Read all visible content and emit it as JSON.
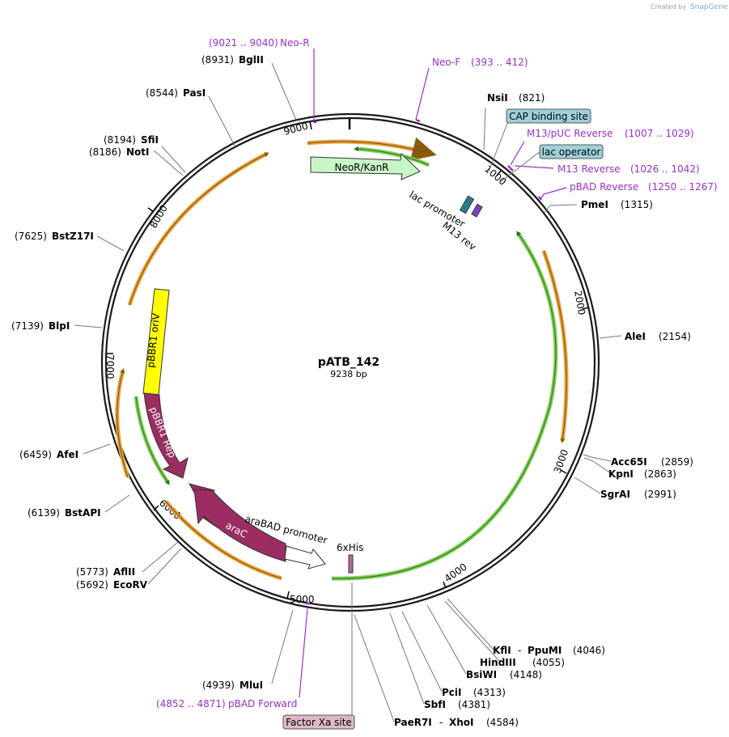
{
  "credit": {
    "created_by": "Created by",
    "brand": "SnapGene"
  },
  "plasmid": {
    "name": "pATB_142",
    "size": "9238 bp"
  },
  "ticks": [
    "1000",
    "2000",
    "3000",
    "4000",
    "5000",
    "6000",
    "7000",
    "8000",
    "9000"
  ],
  "sites": [
    {
      "name": "BglII",
      "pos": "(8931)"
    },
    {
      "name": "PasI",
      "pos": "(8544)"
    },
    {
      "name": "SfiI",
      "pos": "(8194)"
    },
    {
      "name": "NotI",
      "pos": "(8186)"
    },
    {
      "name": "BstZ17I",
      "pos": "(7625)"
    },
    {
      "name": "BlpI",
      "pos": "(7139)"
    },
    {
      "name": "AfeI",
      "pos": "(6459)"
    },
    {
      "name": "BstAPI",
      "pos": "(6139)"
    },
    {
      "name": "AflII",
      "pos": "(5773)"
    },
    {
      "name": "EcoRV",
      "pos": "(5692)"
    },
    {
      "name": "MluI",
      "pos": "(4939)"
    },
    {
      "name": "NsiI",
      "pos": "(821)"
    },
    {
      "name": "PmeI",
      "pos": "(1315)"
    },
    {
      "name": "AleI",
      "pos": "(2154)"
    },
    {
      "name": "Acc65I",
      "pos": "(2859)"
    },
    {
      "name": "KpnI",
      "pos": "(2863)"
    },
    {
      "name": "SgrAI",
      "pos": "(2991)"
    },
    {
      "name": "KflI",
      "name2": "PpuMI",
      "pos": "(4046)"
    },
    {
      "name": "HindIII",
      "pos": "(4055)"
    },
    {
      "name": "BsiWI",
      "pos": "(4148)"
    },
    {
      "name": "PciI",
      "pos": "(4313)"
    },
    {
      "name": "SbfI",
      "pos": "(4381)"
    },
    {
      "name": "PaeR7I",
      "name2": "XhoI",
      "pos": "(4584)"
    }
  ],
  "primers": [
    {
      "name": "Neo-R",
      "range": "(9021 .. 9040)"
    },
    {
      "name": "Neo-F",
      "range": "(393 .. 412)"
    },
    {
      "name": "M13/pUC Reverse",
      "range": "(1007 .. 1029)"
    },
    {
      "name": "M13 Reverse",
      "range": "(1026 .. 1042)"
    },
    {
      "name": "pBAD Reverse",
      "range": "(1250 .. 1267)"
    },
    {
      "name": "pBAD Forward",
      "range": "(4852 .. 4871)"
    }
  ],
  "boxed": [
    "CAP binding site",
    "lac operator",
    "Factor Xa site"
  ],
  "features": [
    "NeoR/KanR",
    "lac promoter",
    "M13 rev",
    "pBBR1 oriV",
    "pBBR1 Rep",
    "araC",
    "araBAD promoter",
    "6xHis"
  ],
  "colors": {
    "backbone": "#1a1a1a",
    "primer": "#9b30c8",
    "orf_orange": "#e8a33d",
    "orf_green": "#7fcf5a",
    "orange_bar": "#f0a030",
    "rep": "#9b2d62",
    "oriV": "#ffff00",
    "neo": "#c8f5c8",
    "cap_box": "#9ed0dc",
    "factor_box": "#dfb8c8"
  }
}
